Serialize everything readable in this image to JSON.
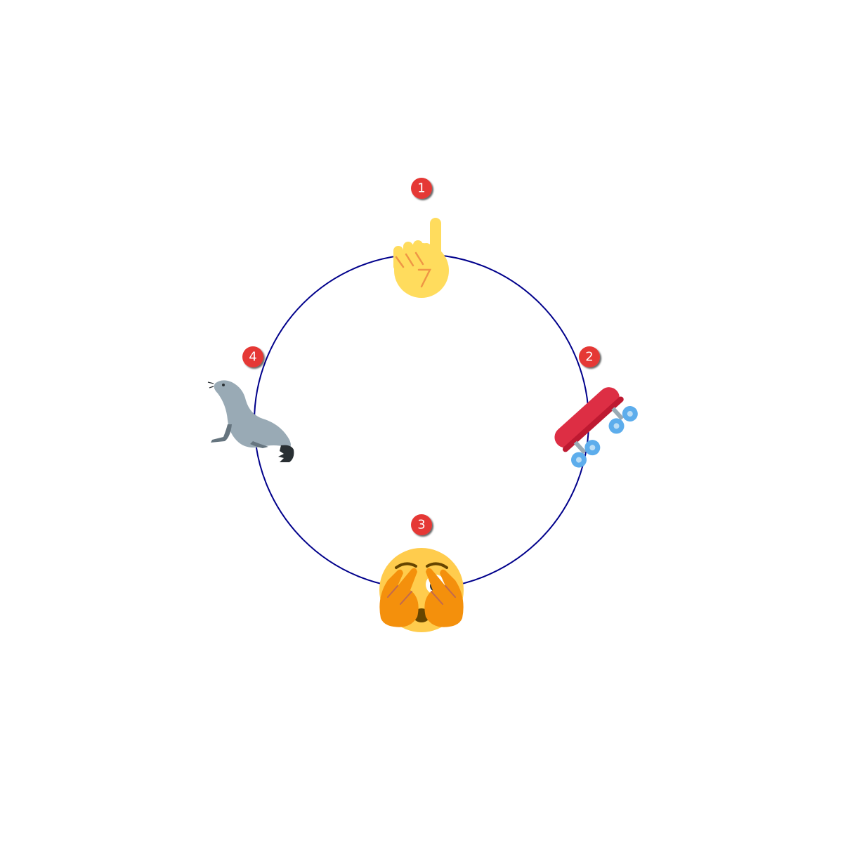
{
  "diagram": {
    "ring_color": "#00008b",
    "badge_color": "#e53935",
    "items": [
      {
        "badge": "1",
        "icon": "index-pointing-up-icon"
      },
      {
        "badge": "2",
        "icon": "skateboard-icon"
      },
      {
        "badge": "3",
        "icon": "face-with-hands-over-eyes-peeking-icon"
      },
      {
        "badge": "4",
        "icon": "seal-icon"
      }
    ]
  }
}
